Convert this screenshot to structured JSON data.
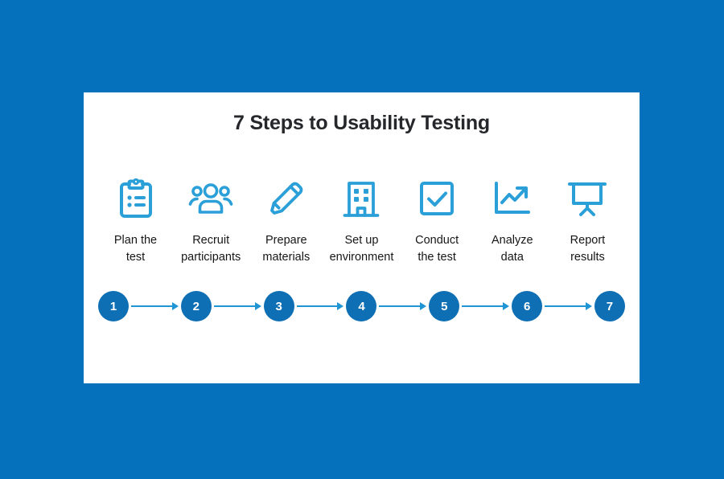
{
  "canvas": {
    "background_color": "#0570bc",
    "card_background": "#ffffff"
  },
  "colors": {
    "background_blue": "#0570bc",
    "icon_blue": "#2a9fd8",
    "node_blue": "#0e6fb4",
    "arrow_blue": "#1f95d4",
    "title_text": "#26272b",
    "label_text": "#161616",
    "node_number_text": "#ffffff"
  },
  "title": "7 Steps to Usability Testing",
  "steps": [
    {
      "number": "1",
      "icon": "clipboard-checklist-icon",
      "label": "Plan the\ntest"
    },
    {
      "number": "2",
      "icon": "people-group-icon",
      "label": "Recruit\nparticipants"
    },
    {
      "number": "3",
      "icon": "pencil-icon",
      "label": "Prepare\nmaterials"
    },
    {
      "number": "4",
      "icon": "building-icon",
      "label": "Set up\nenvironment"
    },
    {
      "number": "5",
      "icon": "checkbox-check-icon",
      "label": "Conduct\nthe test"
    },
    {
      "number": "6",
      "icon": "line-chart-up-arrow-icon",
      "label": "Analyze\ndata"
    },
    {
      "number": "7",
      "icon": "presentation-screen-icon",
      "label": "Report\nresults"
    }
  ]
}
